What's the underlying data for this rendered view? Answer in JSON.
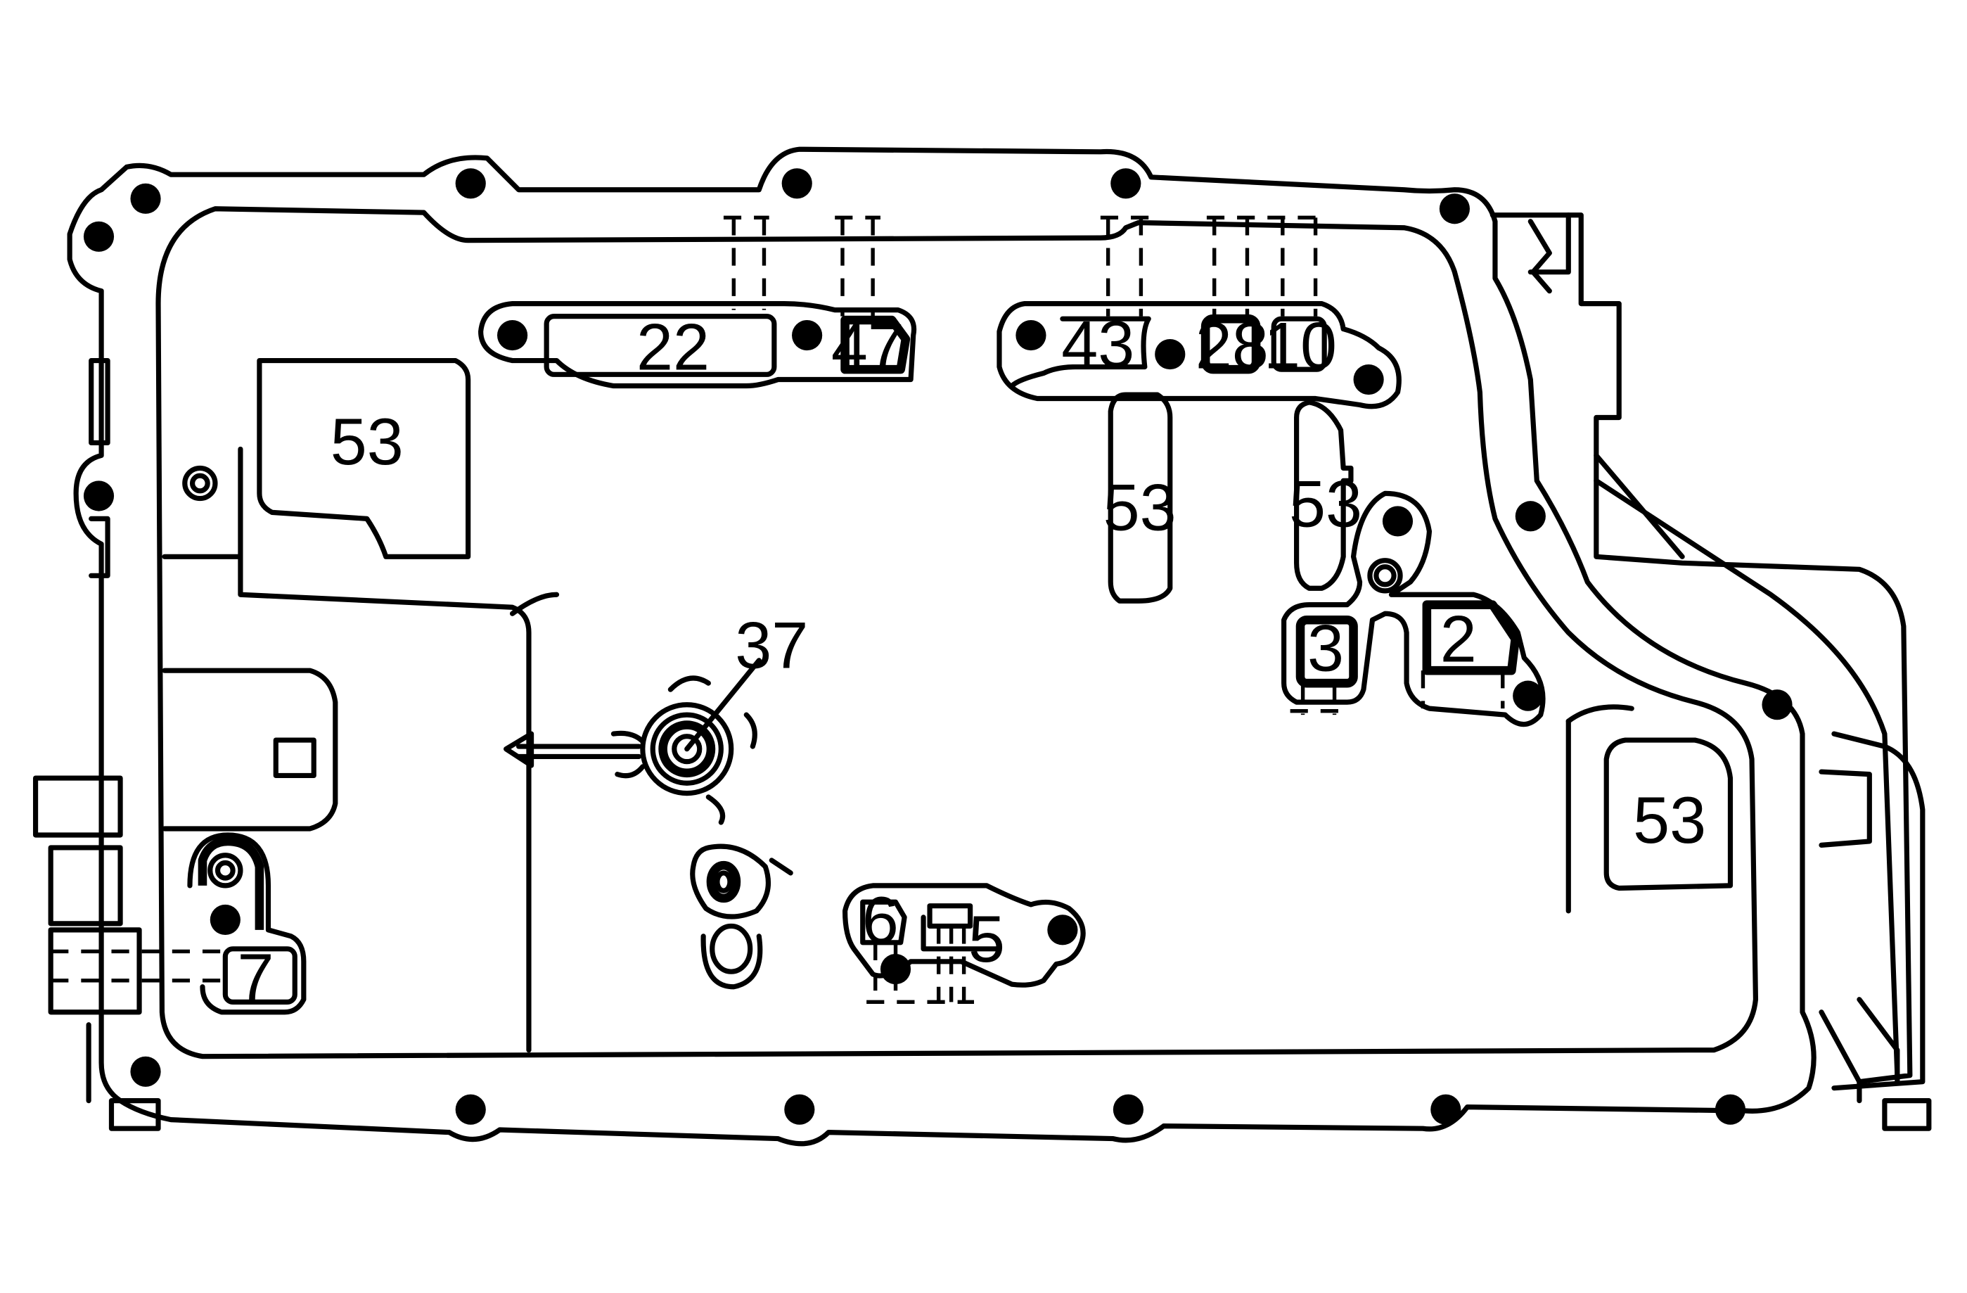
{
  "diagram": {
    "callouts": [
      {
        "id": "c22",
        "text": "22"
      },
      {
        "id": "c47",
        "text": "47"
      },
      {
        "id": "c43",
        "text": "43"
      },
      {
        "id": "c28",
        "text": "28"
      },
      {
        "id": "c10",
        "text": "10"
      },
      {
        "id": "c53a",
        "text": "53"
      },
      {
        "id": "c53b",
        "text": "53"
      },
      {
        "id": "c53c",
        "text": "53"
      },
      {
        "id": "c53d",
        "text": "53"
      },
      {
        "id": "c37",
        "text": "37"
      },
      {
        "id": "c3",
        "text": "3"
      },
      {
        "id": "c2",
        "text": "2"
      },
      {
        "id": "c6",
        "text": "6"
      },
      {
        "id": "c5",
        "text": "5"
      },
      {
        "id": "c7",
        "text": "7"
      }
    ]
  }
}
